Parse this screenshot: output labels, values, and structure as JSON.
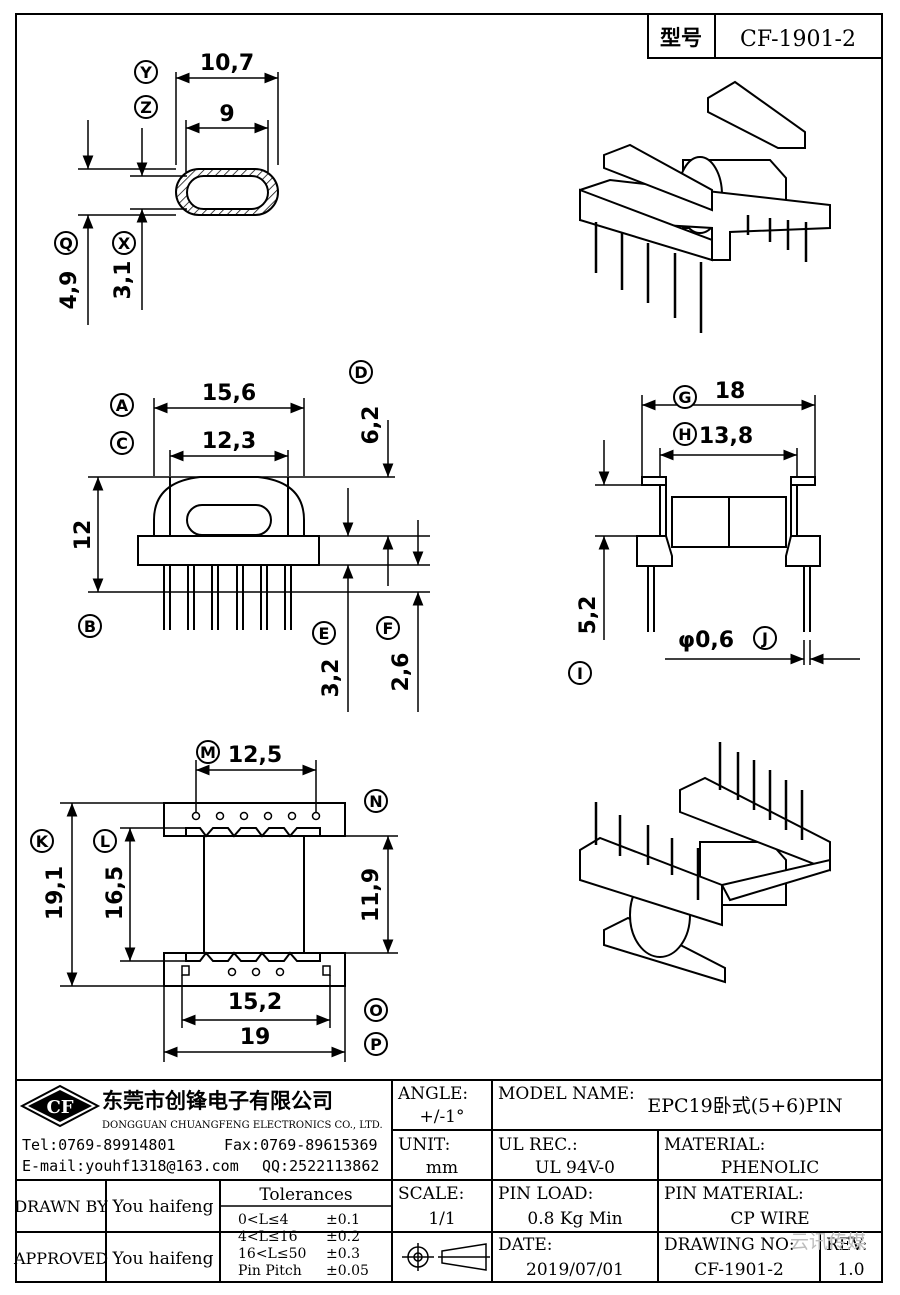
{
  "header": {
    "type_label": "型号",
    "part_number": "CF-1901-2"
  },
  "dims": {
    "top_outer": "10,7",
    "top_inner": "9",
    "q": "4,9",
    "x": "3,1",
    "front_a": "15,6",
    "front_c": "12,3",
    "front_d": "6,2",
    "front_h": "12",
    "front_e": "3,2",
    "front_f": "2,6",
    "side_g": "18",
    "side_h": "13,8",
    "side_i": "5,2",
    "side_j": "φ0,6",
    "bot_m": "12,5",
    "bot_k": "19,1",
    "bot_l": "16,5",
    "bot_n": "11,9",
    "bot_o": "15,2",
    "bot_p": "19"
  },
  "labels": [
    "Y",
    "Z",
    "Q",
    "X",
    "A",
    "C",
    "B",
    "D",
    "E",
    "F",
    "G",
    "H",
    "I",
    "J",
    "M",
    "N",
    "K",
    "L",
    "O",
    "P"
  ],
  "company": {
    "logo_text": "CF",
    "name_cn": "东莞市创锋电子有限公司",
    "name_en": "DONGGUAN CHUANGFENG ELECTRONICS CO., LTD.",
    "tel": "Tel:0769-89914801",
    "fax": "Fax:0769-89615369",
    "email": "E-mail:youhf1318@163.com",
    "qq": "QQ:2522113862"
  },
  "title_block": {
    "angle_label": "ANGLE:",
    "angle_value": "+/-1°",
    "model_label": "MODEL NAME:",
    "model_value": "EPC19卧式(5+6)PIN",
    "unit_label": "UNIT:",
    "unit_value": "mm",
    "ul_label": "UL REC.:",
    "ul_value": "UL 94V-0",
    "material_label": "MATERIAL:",
    "material_value": "PHENOLIC",
    "drawn_label": "DRAWN BY",
    "drawn_value": "You haifeng",
    "approved_label": "APPROVED",
    "approved_value": "You haifeng",
    "tolerances_title": "Tolerances",
    "tolerances": [
      {
        "range": "0<L≤4",
        "value": "±0.1"
      },
      {
        "range": "4<L≤16",
        "value": "±0.2"
      },
      {
        "range": "16<L≤50",
        "value": "±0.3"
      },
      {
        "range": "Pin Pitch",
        "value": "±0.05"
      }
    ],
    "scale_label": "SCALE:",
    "scale_value": "1/1",
    "pinload_label": "PIN LOAD:",
    "pinload_value": "0.8 Kg Min",
    "pinmat_label": "PIN MATERIAL:",
    "pinmat_value": "CP WIRE",
    "date_label": "DATE:",
    "date_value": "2019/07/01",
    "drawing_label": "DRAWING NO:",
    "drawing_value": "CF-1901-2",
    "rev_label": "REV:",
    "rev_value": "1.0"
  },
  "watermark": "云讯传媒"
}
